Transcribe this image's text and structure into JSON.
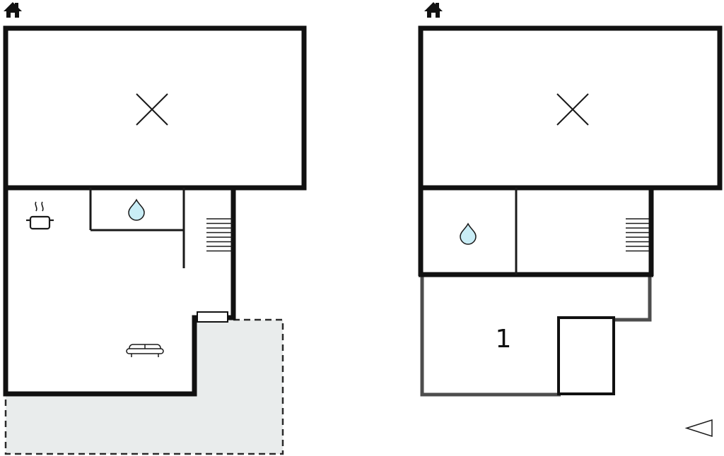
{
  "colors": {
    "wall": "#111111",
    "gray_wall": "#4d4d4d",
    "terrace_fill": "#e9ecec",
    "terrace_stroke": "#2a2a2a",
    "drop_fill": "#c9edf6",
    "drop_stroke": "#1a1a1a",
    "background": "#ffffff"
  },
  "plans": {
    "left": {
      "icons": {
        "house": "house-icon",
        "cross": "x-marker",
        "pot": "cooking-pot-icon",
        "drop": "water-drop-icon",
        "stairs": "stairs-icon",
        "door": "door-opening",
        "sofa": "sofa-icon",
        "terrace": "terrace-area"
      }
    },
    "right": {
      "room_label": "1",
      "icons": {
        "house": "house-icon",
        "cross": "x-marker",
        "drop": "water-drop-icon",
        "stairs": "stairs-icon"
      }
    }
  },
  "compass": {
    "icon": "direction-triangle"
  }
}
